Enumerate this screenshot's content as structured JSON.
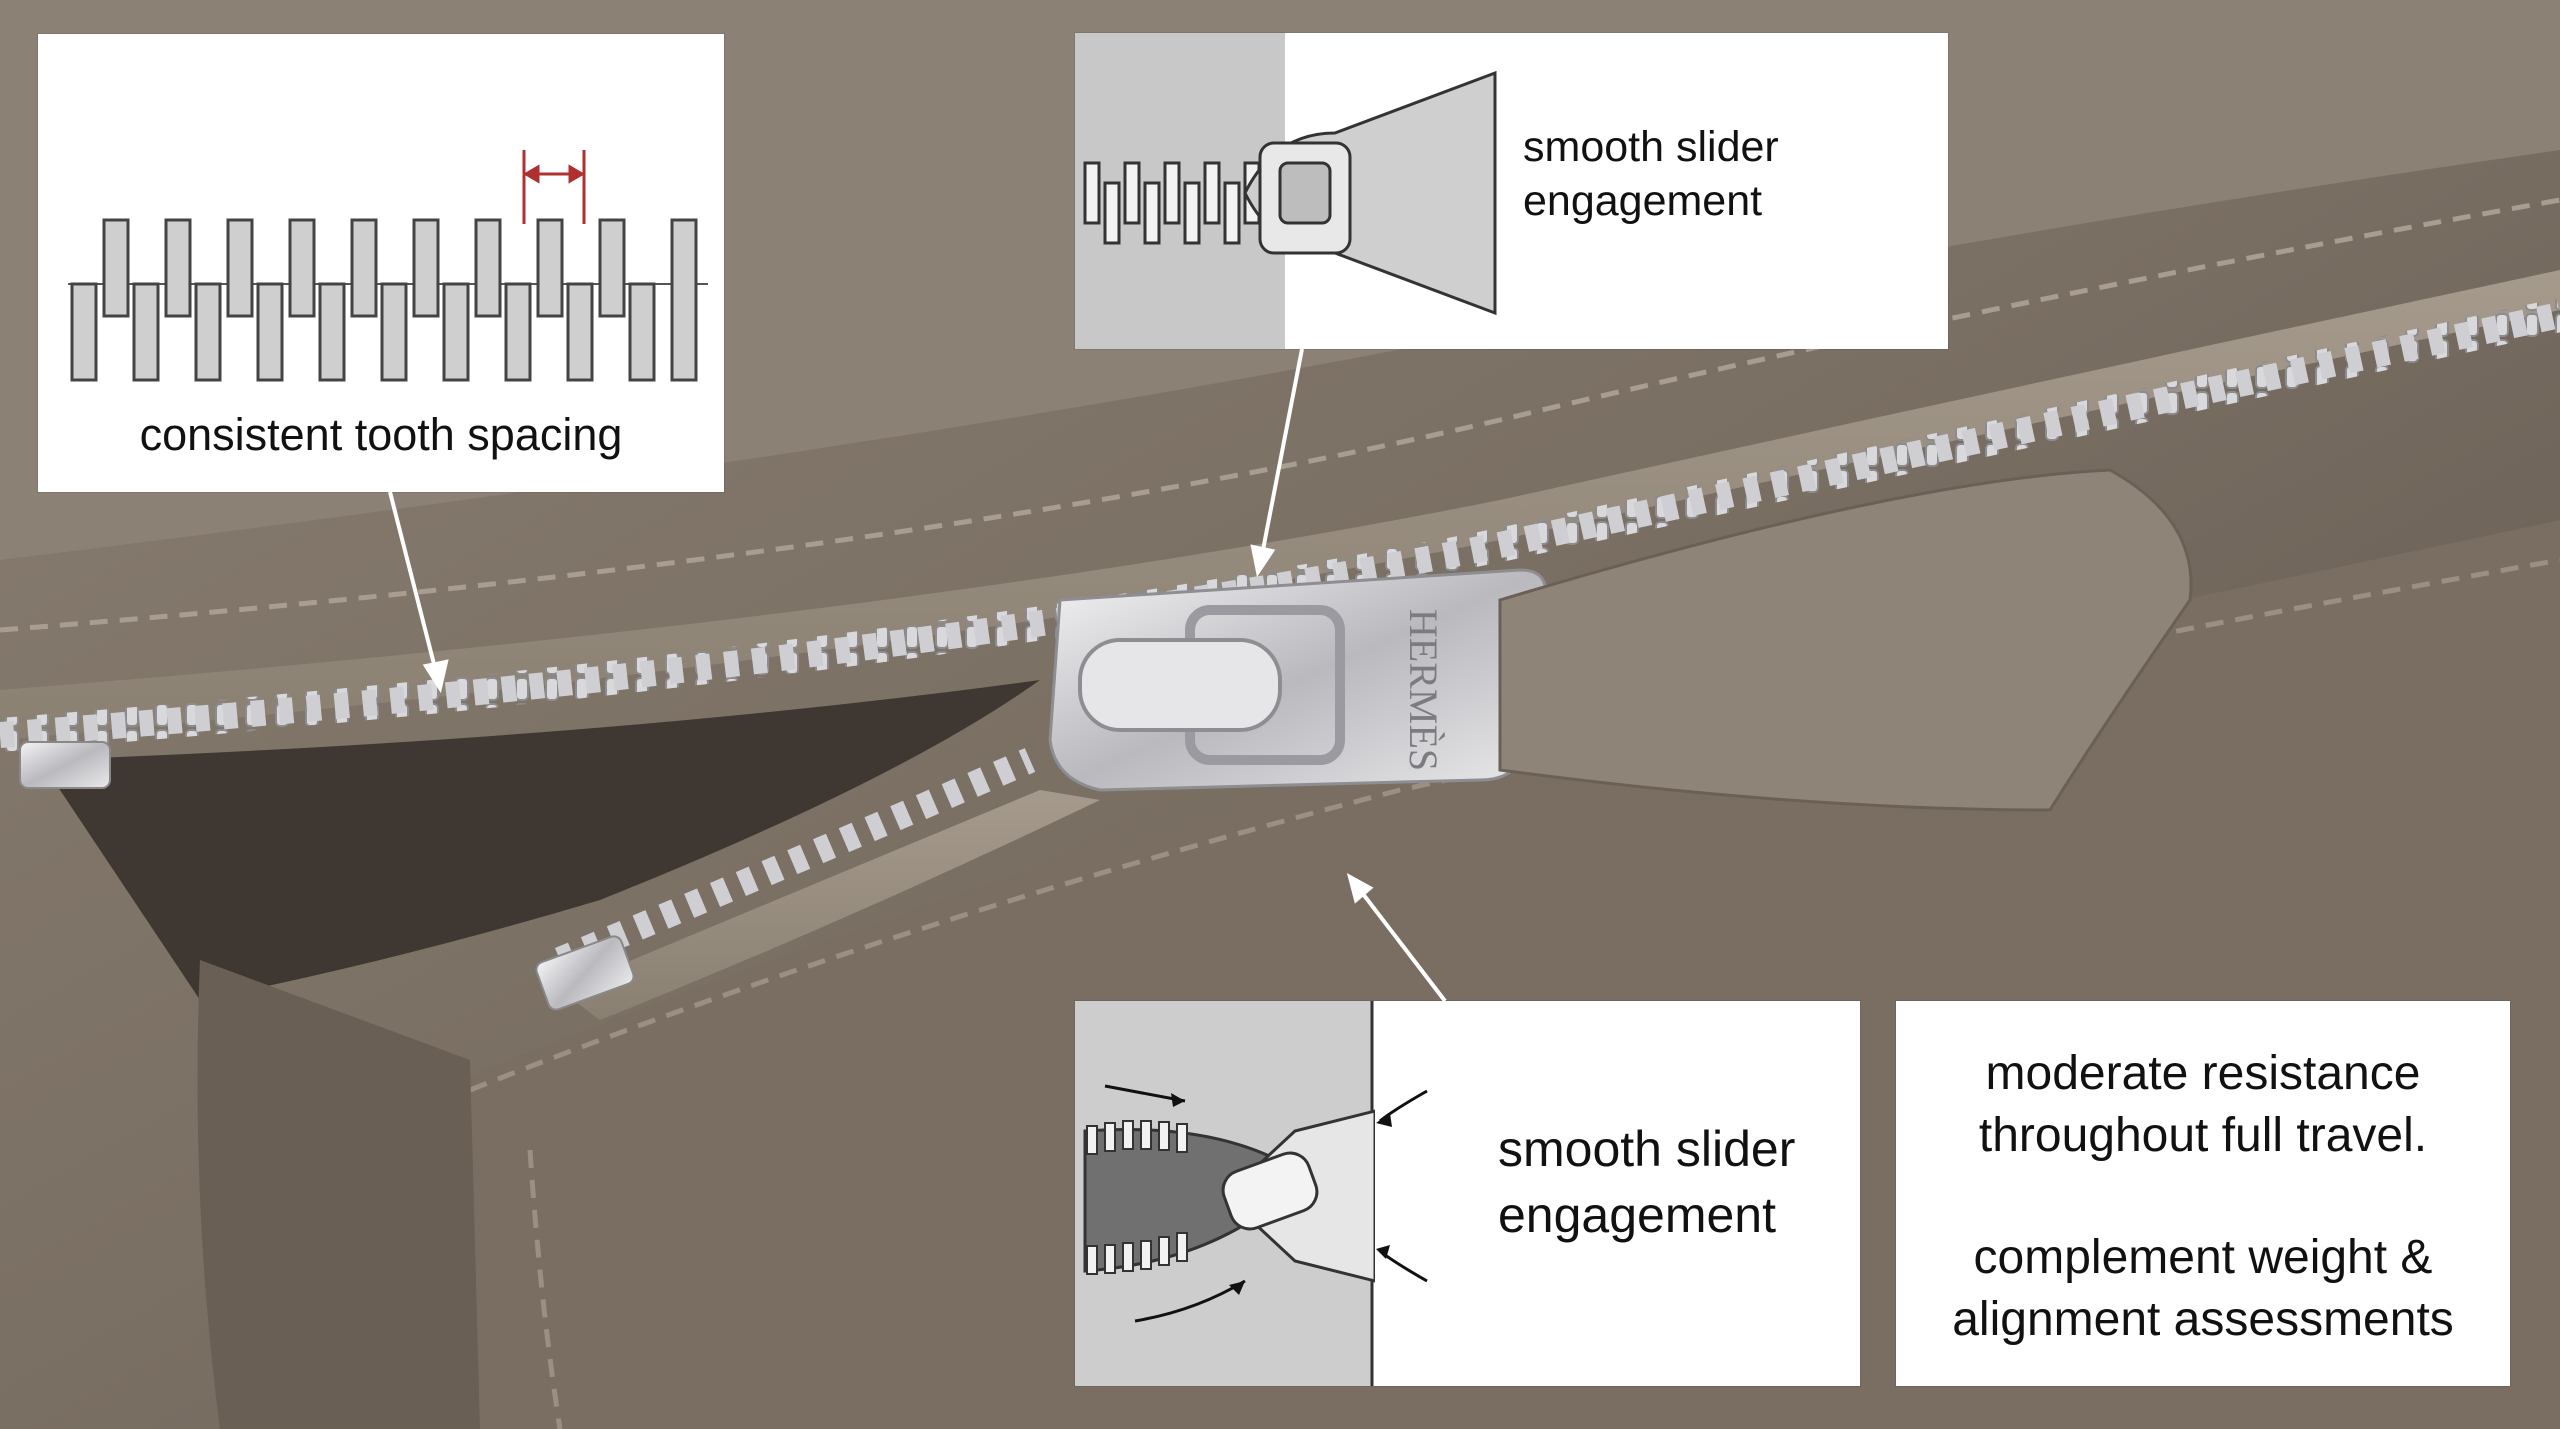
{
  "callouts": {
    "tooth_spacing": {
      "caption": "consistent tooth spacing"
    },
    "slider_top": {
      "caption_line1": "smooth slider",
      "caption_line2": "engagement"
    },
    "slider_bottom": {
      "caption_line1": "smooth slider",
      "caption_line2": "engagement"
    },
    "resistance": {
      "line1": "moderate resistance",
      "line2": "throughout full travel.",
      "line3": "complement weight &",
      "line4": "alignment assessments"
    }
  },
  "photo": {
    "subject": "taupe leather bag zipper with palladium slider",
    "puller_engraving": "HERMÈS"
  },
  "colors": {
    "leather": "#7d7165",
    "leather_dark": "#5f554b",
    "metal": "#d9d9dc",
    "tape": "#9c9284",
    "spacing_marker": "#b03030"
  }
}
